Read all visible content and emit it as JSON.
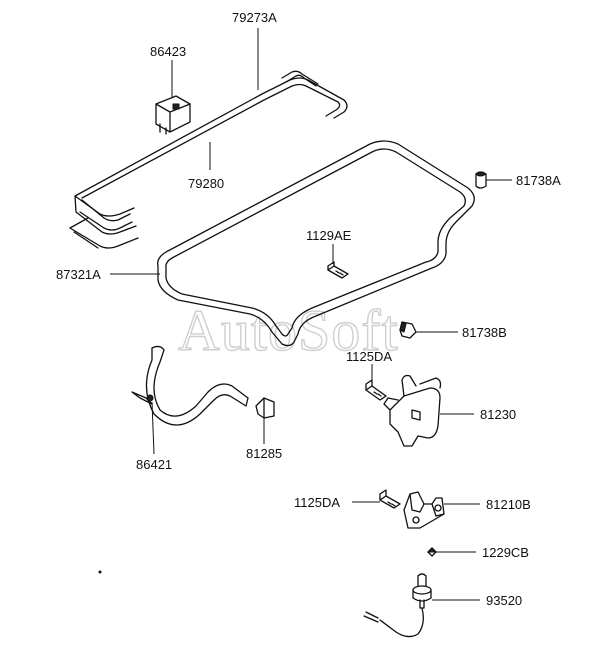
{
  "watermark": "AutoSoft",
  "labels": {
    "p79273A": "79273A",
    "p86423": "86423",
    "p79280": "79280",
    "p81738A": "81738A",
    "p1129AE": "1129AE",
    "p87321A": "87321A",
    "p81738B": "81738B",
    "p1125DA_top": "1125DA",
    "p81230": "81230",
    "p86421": "86421",
    "p81285": "81285",
    "p1125DA_bot": "1125DA",
    "p81210B": "81210B",
    "p1229CB": "1229CB",
    "p93520": "93520"
  }
}
